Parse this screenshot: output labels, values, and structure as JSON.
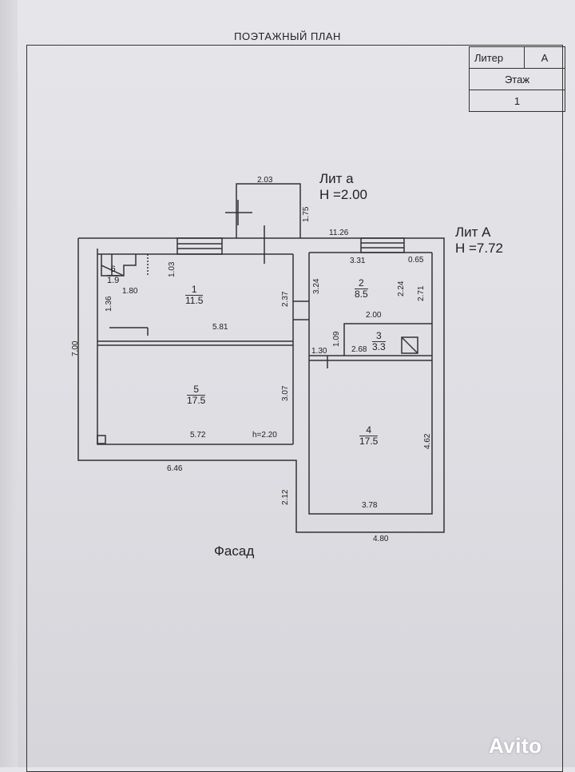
{
  "sheet_title": "ПОЭТАЖНЫЙ ПЛАН",
  "stamp": {
    "liter_label": "Литер",
    "liter_value": "А",
    "floor_label": "Этаж",
    "floor_value": "1"
  },
  "lit_a": {
    "name": "Лит  а",
    "height": "Н =2.00"
  },
  "lit_A": {
    "name": "Лит  А",
    "height": "Н =7.72"
  },
  "rooms": [
    {
      "number": "1",
      "area": "11.5"
    },
    {
      "number": "2",
      "area": "8.5"
    },
    {
      "number": "3",
      "area": "3.3"
    },
    {
      "number": "4",
      "area": "17.5"
    },
    {
      "number": "5",
      "area": "17.5"
    },
    {
      "number": "6",
      "area": "1.9"
    }
  ],
  "dimensions": {
    "d203": "2.03",
    "d175": "1.75",
    "d1126": "11.26",
    "d331": "3.31",
    "d065": "0.65",
    "d103": "1.03",
    "d180": "1.80",
    "d136": "1.36",
    "d237": "2.37",
    "d324": "3.24",
    "d224": "2.24",
    "d271": "2.71",
    "d200": "2.00",
    "d109": "1.09",
    "d130": "1.30",
    "d268": "2.68",
    "d581": "5.81",
    "d700": "7.00",
    "d307": "3.07",
    "d572": "5.72",
    "h220": "h=2.20",
    "d462": "4.62",
    "d646": "6.46",
    "d212": "2.12",
    "d378": "3.78",
    "d480": "4.80"
  },
  "facade_label": "Фасад",
  "watermark": "Avito"
}
